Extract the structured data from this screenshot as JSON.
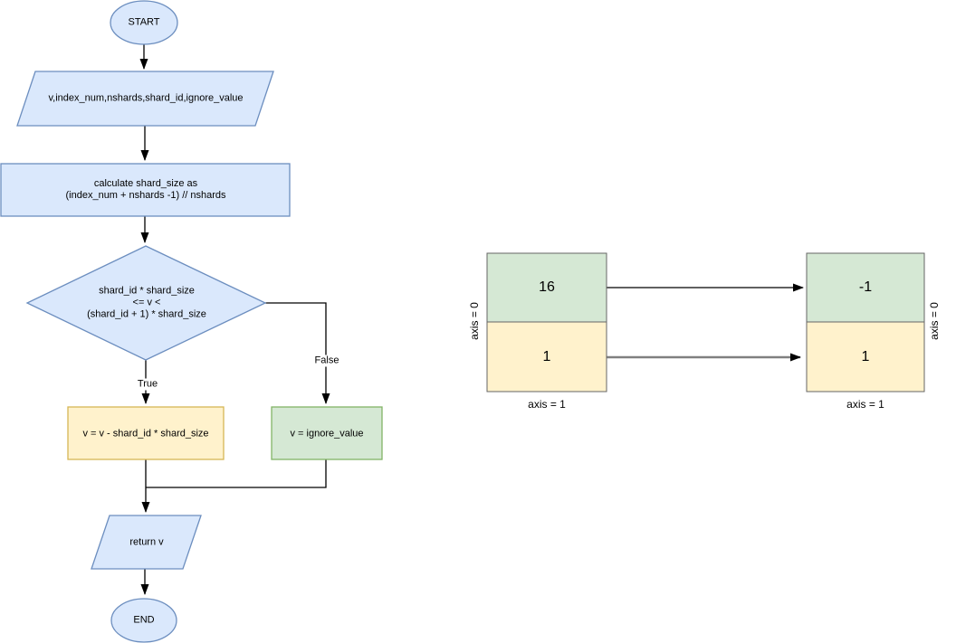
{
  "flowchart": {
    "start_label": "START",
    "input_label": "v,index_num,nshards,shard_id,ignore_value",
    "process_label": "calculate shard_size as\n(index_num + nshards -1) // nshards",
    "decision_label": "shard_id * shard_size\n<= v <\n(shard_id + 1) * shard_size",
    "true_branch_label": "True",
    "false_branch_label": "False",
    "true_action_label": "v = v - shard_id * shard_size",
    "false_action_label": "v = ignore_value",
    "output_label": "return v",
    "end_label": "END"
  },
  "matrix_diagram": {
    "left": {
      "top_cell": "16",
      "bottom_cell": "1",
      "axis0": "axis = 0",
      "axis1": "axis = 1"
    },
    "right": {
      "top_cell": "-1",
      "bottom_cell": "1",
      "axis0": "axis = 0",
      "axis1": "axis = 1"
    }
  },
  "colors": {
    "node_blue_fill": "#dae8fc",
    "node_blue_stroke": "#6c8ebf",
    "node_yellow_fill": "#fff2cc",
    "node_yellow_stroke": "#d6b656",
    "node_green_fill": "#d5e8d4",
    "node_green_stroke": "#82b366",
    "cell_green_fill": "#d5e8d4",
    "cell_yellow_fill": "#fff2cc",
    "cell_stroke": "#666666",
    "edge": "#000000",
    "gray_edge": "#808080"
  }
}
